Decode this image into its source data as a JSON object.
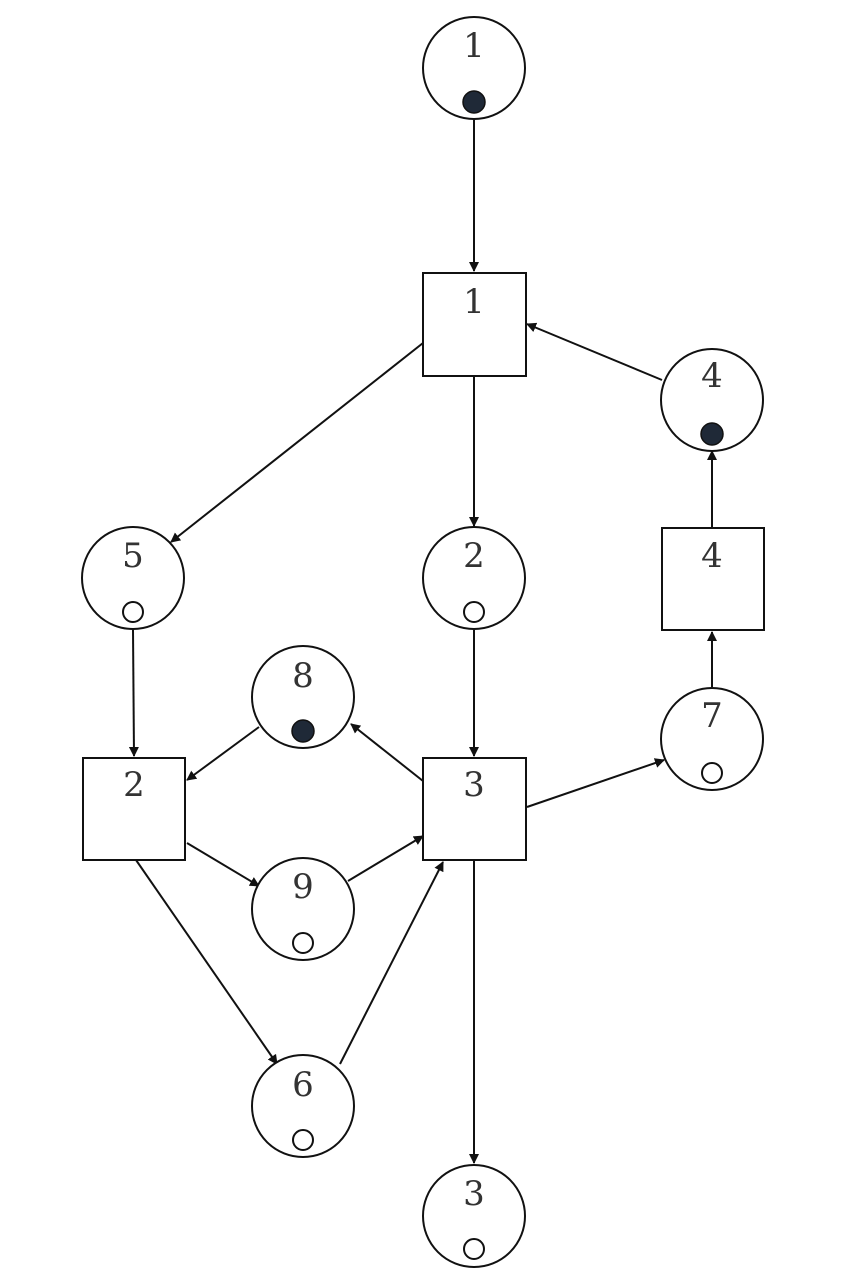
{
  "places": [
    {
      "id": "p1",
      "label": "1",
      "token": "filled"
    },
    {
      "id": "p4",
      "label": "4",
      "token": "filled"
    },
    {
      "id": "p5",
      "label": "5",
      "token": "empty"
    },
    {
      "id": "p2",
      "label": "2",
      "token": "empty"
    },
    {
      "id": "p8",
      "label": "8",
      "token": "filled"
    },
    {
      "id": "p7",
      "label": "7",
      "token": "empty"
    },
    {
      "id": "p9",
      "label": "9",
      "token": "empty"
    },
    {
      "id": "p6",
      "label": "6",
      "token": "empty"
    },
    {
      "id": "p3",
      "label": "3",
      "token": "empty"
    }
  ],
  "transitions": [
    {
      "id": "t1",
      "label": "1"
    },
    {
      "id": "t4",
      "label": "4"
    },
    {
      "id": "t2",
      "label": "2"
    },
    {
      "id": "t3",
      "label": "3"
    }
  ],
  "arcs": [
    {
      "from": "p1",
      "to": "t1"
    },
    {
      "from": "t1",
      "to": "p5"
    },
    {
      "from": "t1",
      "to": "p2"
    },
    {
      "from": "p4",
      "to": "t1"
    },
    {
      "from": "t4",
      "to": "p4"
    },
    {
      "from": "p7",
      "to": "t4"
    },
    {
      "from": "p5",
      "to": "t2"
    },
    {
      "from": "p8",
      "to": "t2"
    },
    {
      "from": "t2",
      "to": "p9"
    },
    {
      "from": "t2",
      "to": "p6"
    },
    {
      "from": "p2",
      "to": "t3"
    },
    {
      "from": "p9",
      "to": "t3"
    },
    {
      "from": "p6",
      "to": "t3"
    },
    {
      "from": "t3",
      "to": "p8"
    },
    {
      "from": "t3",
      "to": "p7"
    },
    {
      "from": "t3",
      "to": "p3"
    }
  ]
}
